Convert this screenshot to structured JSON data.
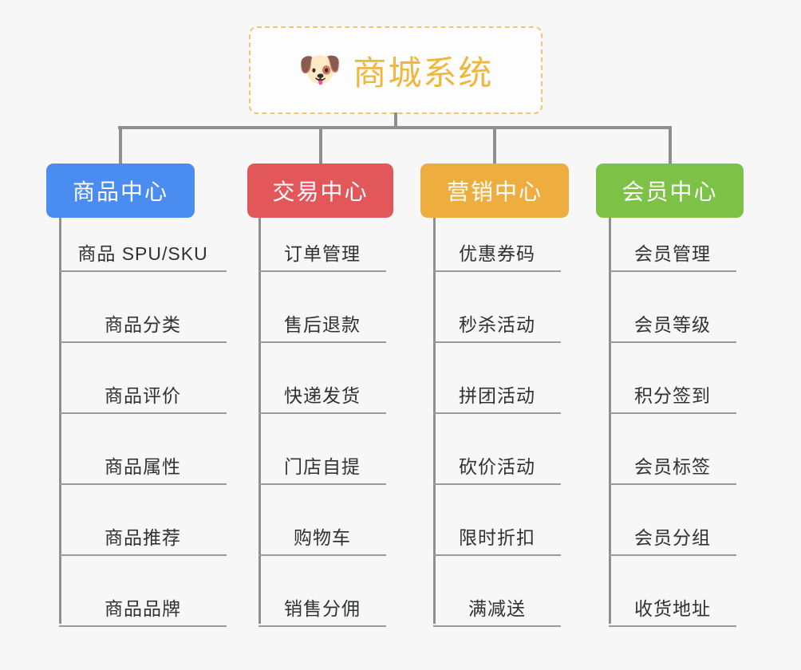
{
  "root": {
    "icon": "dog-face-icon",
    "emoji": "🐶",
    "title": "商城系统",
    "title_color": "#efb73e",
    "border_color": "#f0c674"
  },
  "connector_color": "#8f8f8f",
  "background_color": "#f7f7f7",
  "columns": [
    {
      "id": "product-center",
      "label": "商品中心",
      "color": "#4a8cf0",
      "items": [
        "商品 SPU/SKU",
        "商品分类",
        "商品评价",
        "商品属性",
        "商品推荐",
        "商品品牌"
      ]
    },
    {
      "id": "trade-center",
      "label": "交易中心",
      "color": "#e2585a",
      "items": [
        "订单管理",
        "售后退款",
        "快递发货",
        "门店自提",
        "购物车",
        "销售分佣"
      ]
    },
    {
      "id": "marketing-center",
      "label": "营销中心",
      "color": "#eeae3f",
      "items": [
        "优惠券码",
        "秒杀活动",
        "拼团活动",
        "砍价活动",
        "限时折扣",
        "满减送"
      ]
    },
    {
      "id": "member-center",
      "label": "会员中心",
      "color": "#7dc147",
      "items": [
        "会员管理",
        "会员等级",
        "积分签到",
        "会员标签",
        "会员分组",
        "收货地址"
      ]
    }
  ]
}
